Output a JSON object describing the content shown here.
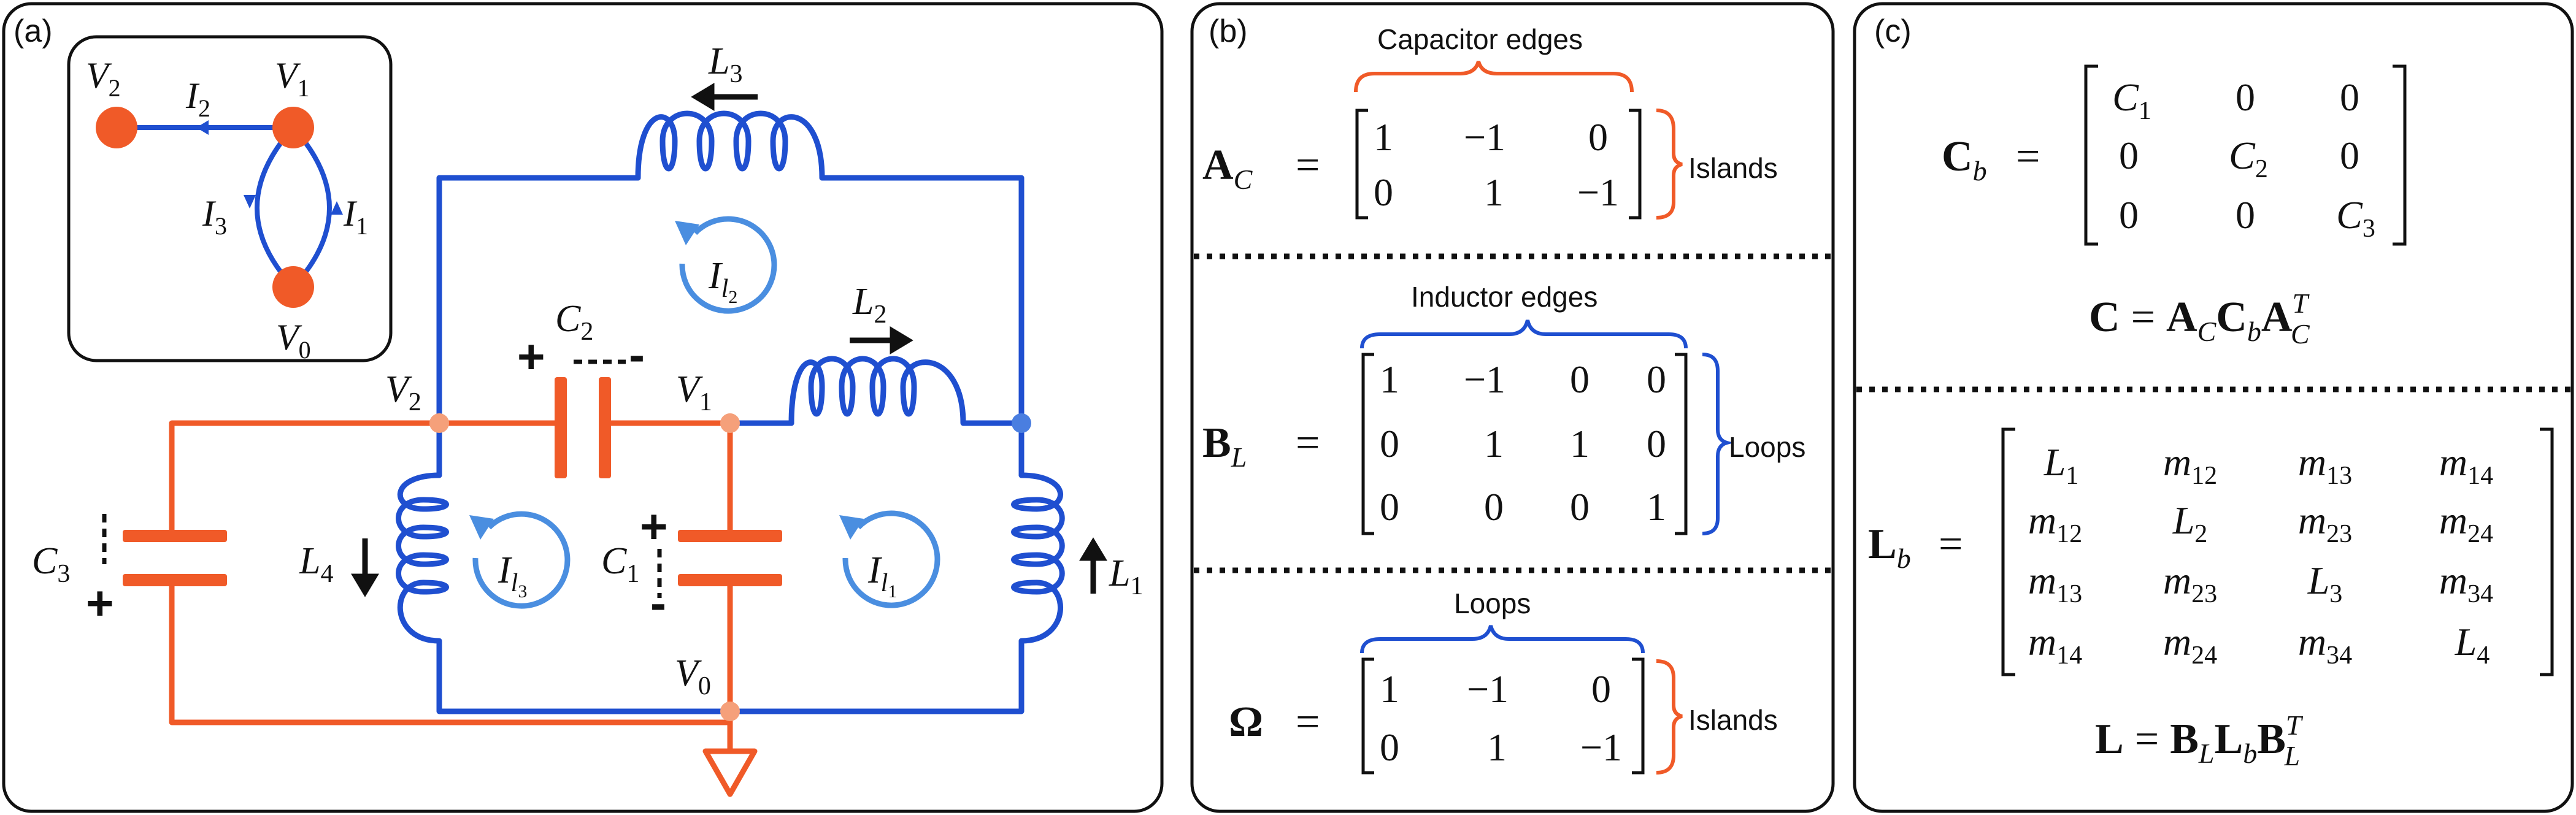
{
  "panels": {
    "a": {
      "label": "(a)"
    },
    "b": {
      "label": "(b)"
    },
    "c": {
      "label": "(c)"
    }
  },
  "colors": {
    "blue": "#1f4fd0",
    "orange": "#f05a28",
    "light_blue": "#4a8ee0",
    "node_blue": "#4a7ee0",
    "node_orange": "#f5a07a"
  },
  "graph": {
    "nodes": {
      "v2": "V",
      "v2_sub": "2",
      "v1": "V",
      "v1_sub": "1",
      "v0": "V",
      "v0_sub": "0"
    },
    "edges": {
      "i2": "I",
      "i2_sub": "2",
      "i3": "I",
      "i3_sub": "3",
      "i1": "I",
      "i1_sub": "1"
    }
  },
  "circuit": {
    "inductors": {
      "l1": "L",
      "l1_sub": "1",
      "l2": "L",
      "l2_sub": "2",
      "l3": "L",
      "l3_sub": "3",
      "l4": "L",
      "l4_sub": "4"
    },
    "capacitors": {
      "c1": "C",
      "c1_sub": "1",
      "c2": "C",
      "c2_sub": "2",
      "c3": "C",
      "c3_sub": "3"
    },
    "nodes": {
      "v2": "V",
      "v2_sub": "2",
      "v1": "V",
      "v1_sub": "1",
      "v0": "V",
      "v0_sub": "0"
    },
    "loops": {
      "l1": "I",
      "l1_sub": "l",
      "l1_subsub": "1",
      "l2": "I",
      "l2_sub": "l",
      "l2_subsub": "2",
      "l3": "I",
      "l3_sub": "l",
      "l3_subsub": "3"
    },
    "plus": "+",
    "minus": "-"
  },
  "panel_b": {
    "ac": {
      "brace_label": "Capacitor edges",
      "lhs": "A",
      "lhs_sub": "C",
      "rows": [
        [
          "1",
          "−1",
          "0"
        ],
        [
          "0",
          "1",
          "−1"
        ]
      ],
      "side_label": "Islands"
    },
    "bl": {
      "brace_label": "Inductor edges",
      "lhs": "B",
      "lhs_sub": "L",
      "rows": [
        [
          "1",
          "−1",
          "0",
          "0"
        ],
        [
          "0",
          "1",
          "1",
          "0"
        ],
        [
          "0",
          "0",
          "0",
          "1"
        ]
      ],
      "side_label": "Loops"
    },
    "omega": {
      "brace_label": "Loops",
      "lhs": "Ω",
      "rows": [
        [
          "1",
          "−1",
          "0"
        ],
        [
          "0",
          "1",
          "−1"
        ]
      ],
      "side_label": "Islands"
    },
    "eq": "="
  },
  "panel_c": {
    "cb": {
      "lhs": "C",
      "lhs_sub": "b",
      "rows": [
        [
          "C",
          "0",
          "0"
        ],
        [
          "0",
          "C",
          "0"
        ],
        [
          "0",
          "0",
          "C"
        ]
      ],
      "diag_subs": [
        "1",
        "2",
        "3"
      ]
    },
    "c_eq": {
      "lhs": "C",
      "eq": "=",
      "a1": "A",
      "a1_sub": "C",
      "cb": "C",
      "cb_sub": "b",
      "a2": "A",
      "a2_sub": "C",
      "a2_sup": "T"
    },
    "lb": {
      "lhs": "L",
      "lhs_sub": "b",
      "rows": [
        [
          [
            "L",
            "1"
          ],
          [
            "m",
            "12"
          ],
          [
            "m",
            "13"
          ],
          [
            "m",
            "14"
          ]
        ],
        [
          [
            "m",
            "12"
          ],
          [
            "L",
            "2"
          ],
          [
            "m",
            "23"
          ],
          [
            "m",
            "24"
          ]
        ],
        [
          [
            "m",
            "13"
          ],
          [
            "m",
            "23"
          ],
          [
            "L",
            "3"
          ],
          [
            "m",
            "34"
          ]
        ],
        [
          [
            "m",
            "14"
          ],
          [
            "m",
            "24"
          ],
          [
            "m",
            "34"
          ],
          [
            "L",
            "4"
          ]
        ]
      ]
    },
    "l_eq": {
      "lhs": "L",
      "eq": "=",
      "b1": "B",
      "b1_sub": "L",
      "lb": "L",
      "lb_sub": "b",
      "b2": "B",
      "b2_sub": "L",
      "b2_sup": "T"
    }
  }
}
